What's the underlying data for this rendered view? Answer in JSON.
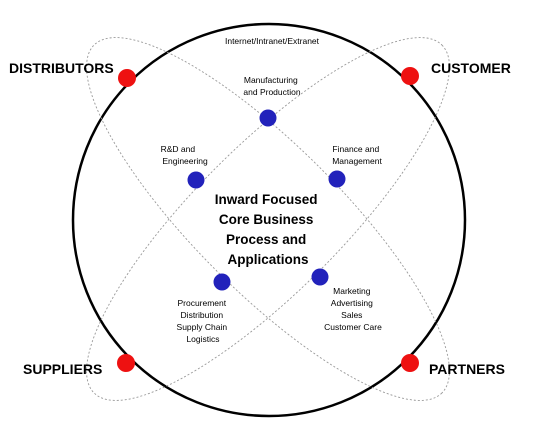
{
  "ring_label": "Internet/Intranet/Extranet",
  "external_nodes": {
    "distributors": "DISTRIBUTORS",
    "customer": "CUSTOMER",
    "suppliers": "SUPPLIERS",
    "partners": "PARTNERS"
  },
  "internal_nodes": {
    "manufacturing": [
      "Manufacturing",
      "and Production"
    ],
    "rnd": [
      "R&D and",
      "Engineering"
    ],
    "finance": [
      "Finance and",
      "Management"
    ],
    "procurement": [
      "Procurement",
      "Distribution",
      "Supply Chain",
      "Logistics"
    ],
    "marketing": [
      "Marketing",
      "Advertising",
      "Sales",
      "Customer Care"
    ]
  },
  "center_text": [
    "Inward Focused",
    "Core Business",
    "Process and",
    "Applications"
  ],
  "colors": {
    "external_node": "#ee1111",
    "internal_node": "#2222bb",
    "outer_circle": "#000000",
    "orbit": "#999999"
  }
}
